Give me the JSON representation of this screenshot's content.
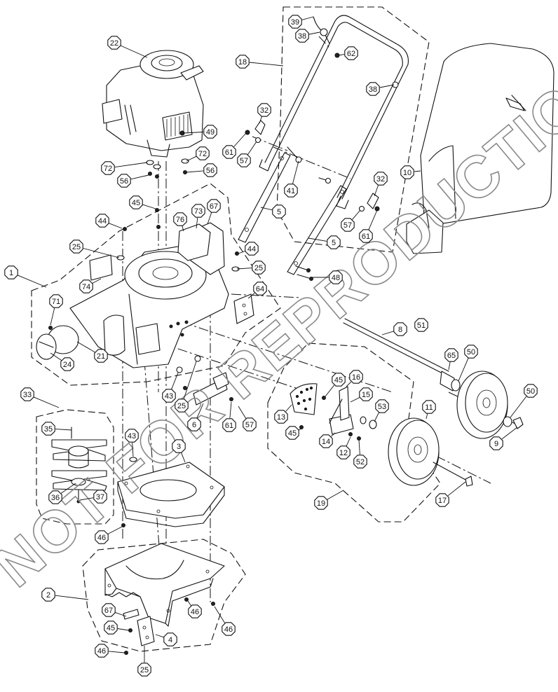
{
  "watermark": "NOT FOR REPRODUCTION",
  "callouts": [
    {
      "id": "c-39",
      "label": "39"
    },
    {
      "id": "c-38a",
      "label": "38"
    },
    {
      "id": "c-62",
      "label": "62"
    },
    {
      "id": "c-38b",
      "label": "38"
    },
    {
      "id": "c-18",
      "label": "18"
    },
    {
      "id": "c-22",
      "label": "22"
    },
    {
      "id": "c-32a",
      "label": "32"
    },
    {
      "id": "c-61a",
      "label": "61"
    },
    {
      "id": "c-57a",
      "label": "57"
    },
    {
      "id": "c-49",
      "label": "49"
    },
    {
      "id": "c-72a",
      "label": "72"
    },
    {
      "id": "c-72b",
      "label": "72"
    },
    {
      "id": "c-56a",
      "label": "56"
    },
    {
      "id": "c-56b",
      "label": "56"
    },
    {
      "id": "c-41",
      "label": "41"
    },
    {
      "id": "c-32b",
      "label": "32"
    },
    {
      "id": "c-10",
      "label": "10"
    },
    {
      "id": "c-45a",
      "label": "45"
    },
    {
      "id": "c-67a",
      "label": "67"
    },
    {
      "id": "c-73",
      "label": "73"
    },
    {
      "id": "c-76",
      "label": "76"
    },
    {
      "id": "c-44a",
      "label": "44"
    },
    {
      "id": "c-5a",
      "label": "5"
    },
    {
      "id": "c-57b",
      "label": "57"
    },
    {
      "id": "c-61b",
      "label": "61"
    },
    {
      "id": "c-25a",
      "label": "25"
    },
    {
      "id": "c-5b",
      "label": "5"
    },
    {
      "id": "c-44b",
      "label": "44"
    },
    {
      "id": "c-1",
      "label": "1"
    },
    {
      "id": "c-25b",
      "label": "25"
    },
    {
      "id": "c-74",
      "label": "74"
    },
    {
      "id": "c-48",
      "label": "48"
    },
    {
      "id": "c-64",
      "label": "64"
    },
    {
      "id": "c-71",
      "label": "71"
    },
    {
      "id": "c-8",
      "label": "8"
    },
    {
      "id": "c-51",
      "label": "51"
    },
    {
      "id": "c-21",
      "label": "21"
    },
    {
      "id": "c-24",
      "label": "24"
    },
    {
      "id": "c-65",
      "label": "65"
    },
    {
      "id": "c-50a",
      "label": "50"
    },
    {
      "id": "c-50b",
      "label": "50"
    },
    {
      "id": "c-33",
      "label": "33"
    },
    {
      "id": "c-45b",
      "label": "45"
    },
    {
      "id": "c-16",
      "label": "16"
    },
    {
      "id": "c-43a",
      "label": "43"
    },
    {
      "id": "c-25c",
      "label": "25"
    },
    {
      "id": "c-15",
      "label": "15"
    },
    {
      "id": "c-11",
      "label": "11"
    },
    {
      "id": "c-53",
      "label": "53"
    },
    {
      "id": "c-6",
      "label": "6"
    },
    {
      "id": "c-61c",
      "label": "61"
    },
    {
      "id": "c-57c",
      "label": "57"
    },
    {
      "id": "c-13",
      "label": "13"
    },
    {
      "id": "c-9",
      "label": "9"
    },
    {
      "id": "c-35",
      "label": "35"
    },
    {
      "id": "c-45c",
      "label": "45"
    },
    {
      "id": "c-14",
      "label": "14"
    },
    {
      "id": "c-43b",
      "label": "43"
    },
    {
      "id": "c-3",
      "label": "3"
    },
    {
      "id": "c-12",
      "label": "12"
    },
    {
      "id": "c-52",
      "label": "52"
    },
    {
      "id": "c-36",
      "label": "36"
    },
    {
      "id": "c-37",
      "label": "37"
    },
    {
      "id": "c-17",
      "label": "17"
    },
    {
      "id": "c-19",
      "label": "19"
    },
    {
      "id": "c-46a",
      "label": "46"
    },
    {
      "id": "c-2",
      "label": "2"
    },
    {
      "id": "c-67b",
      "label": "67"
    },
    {
      "id": "c-46b",
      "label": "46"
    },
    {
      "id": "c-46c",
      "label": "46"
    },
    {
      "id": "c-45d",
      "label": "45"
    },
    {
      "id": "c-4",
      "label": "4"
    },
    {
      "id": "c-46d",
      "label": "46"
    },
    {
      "id": "c-25d",
      "label": "25"
    }
  ]
}
